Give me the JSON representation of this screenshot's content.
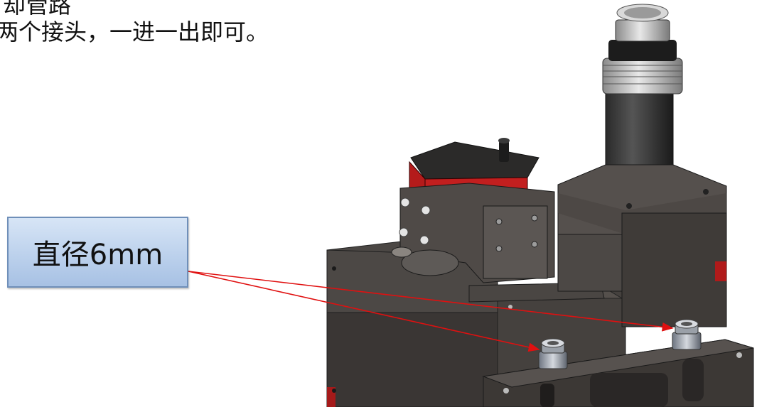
{
  "slide": {
    "text_line_1": "却管路",
    "text_line_2": "两个接头，一进一出即可。"
  },
  "callout": {
    "label": "直径6mm"
  },
  "colors": {
    "callout_fill": "#bcd1ec",
    "callout_border": "#6f8fb9",
    "arrow": "#e01010",
    "body_dark": "#4a4542",
    "accent_red": "#b01a1a"
  },
  "icons": {
    "fitting": "push-in-fitting-icon"
  }
}
